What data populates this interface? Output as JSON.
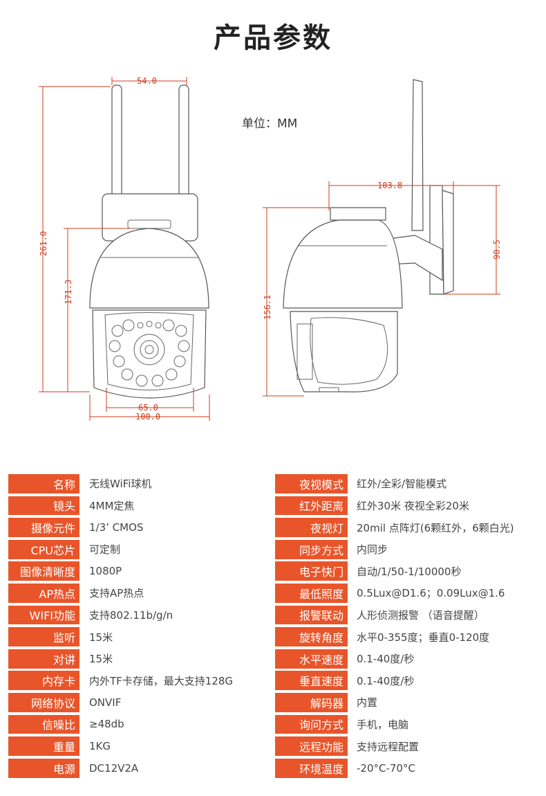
{
  "title": "产品参数",
  "unit": "单位：MM",
  "dimensions": {
    "front_top_width": "54.0",
    "total_height": "261.0",
    "body_height": "171.3",
    "lens_width": "65.0",
    "bottom_width": "100.0",
    "side_top_depth": "103.8",
    "side_height": "156.1",
    "bracket_height": "90.5"
  },
  "specs_left": [
    {
      "key": "名称",
      "value": "无线WiFi球机"
    },
    {
      "key": "镜头",
      "value": "4MM定焦"
    },
    {
      "key": "摄像元件",
      "value": "1/3’ CMOS"
    },
    {
      "key": "CPU芯片",
      "value": "可定制"
    },
    {
      "key": "图像清晰度",
      "value": "1080P"
    },
    {
      "key": "AP热点",
      "value": "支持AP热点"
    },
    {
      "key": "WIFI功能",
      "value": "支持802.11b/g/n"
    },
    {
      "key": "监听",
      "value": "15米"
    },
    {
      "key": "对讲",
      "value": "15米"
    },
    {
      "key": "内存卡",
      "value": "内外TF卡存储，最大支持128G"
    },
    {
      "key": "网络协议",
      "value": "ONVIF"
    },
    {
      "key": "信噪比",
      "value": "≥48db"
    },
    {
      "key": "重量",
      "value": "1KG"
    },
    {
      "key": "电源",
      "value": "DC12V2A"
    }
  ],
  "specs_right": [
    {
      "key": "夜视模式",
      "value": "红外/全彩/智能模式"
    },
    {
      "key": "红外距离",
      "value": "红外30米 夜视全彩20米"
    },
    {
      "key": "夜视灯",
      "value": "20mil 点阵灯(6颗红外，6颗白光)"
    },
    {
      "key": "同步方式",
      "value": "内同步"
    },
    {
      "key": "电子快门",
      "value": "自动/1/50-1/10000秒"
    },
    {
      "key": "最低照度",
      "value": "0.5Lux@D1.6；0.09Lux@1.6"
    },
    {
      "key": "报警联动",
      "value": "人形侦测报警 （语音提醒）"
    },
    {
      "key": "旋转角度",
      "value": "水平0-355度；垂直0-120度"
    },
    {
      "key": "水平速度",
      "value": "0.1-40度/秒"
    },
    {
      "key": "垂直速度",
      "value": "0.1-40度/秒"
    },
    {
      "key": "解码器",
      "value": "内置"
    },
    {
      "key": "询问方式",
      "value": "手机，电脑"
    },
    {
      "key": "远程功能",
      "value": "支持远程配置"
    },
    {
      "key": "环境温度",
      "value": "-20°C-70°C"
    }
  ]
}
